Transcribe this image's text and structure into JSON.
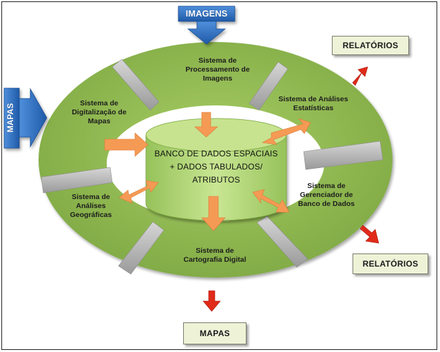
{
  "inputs": {
    "top": "IMAGENS",
    "left": "MAPAS"
  },
  "center": {
    "text": "BANCO DE DADOS ESPACIAIS\n+ DADOS TABULADOS/\nATRIBUTOS"
  },
  "modules": {
    "processamento": "Sistema de\nProcessamento de\nImagens",
    "estatisticas": "Sistema de Análises\nEstatísticas",
    "gerenciador": "Sistema de\nGerenciador de\nBanco de Dados",
    "cartografia": "Sistema de\nCartografia Digital",
    "geograficas": "Sistema de\nAnálises\nGeográficas",
    "digitalizacao": "Sistema de\nDigitalização de\nMapas"
  },
  "outputs": {
    "relatorios_top": "RELATÓRIOS",
    "relatorios_bottom": "RELATÓRIOS",
    "mapas_bottom": "MAPAS"
  },
  "colors": {
    "ring_green": "#8fb84f",
    "cylinder_green": "#b5d777",
    "input_blue": "#2e6fc0",
    "flow_orange": "#f59a55",
    "output_red": "#e02a1a",
    "note_fill": "#eef3d8",
    "divider_gray": "#b9b9b9"
  }
}
